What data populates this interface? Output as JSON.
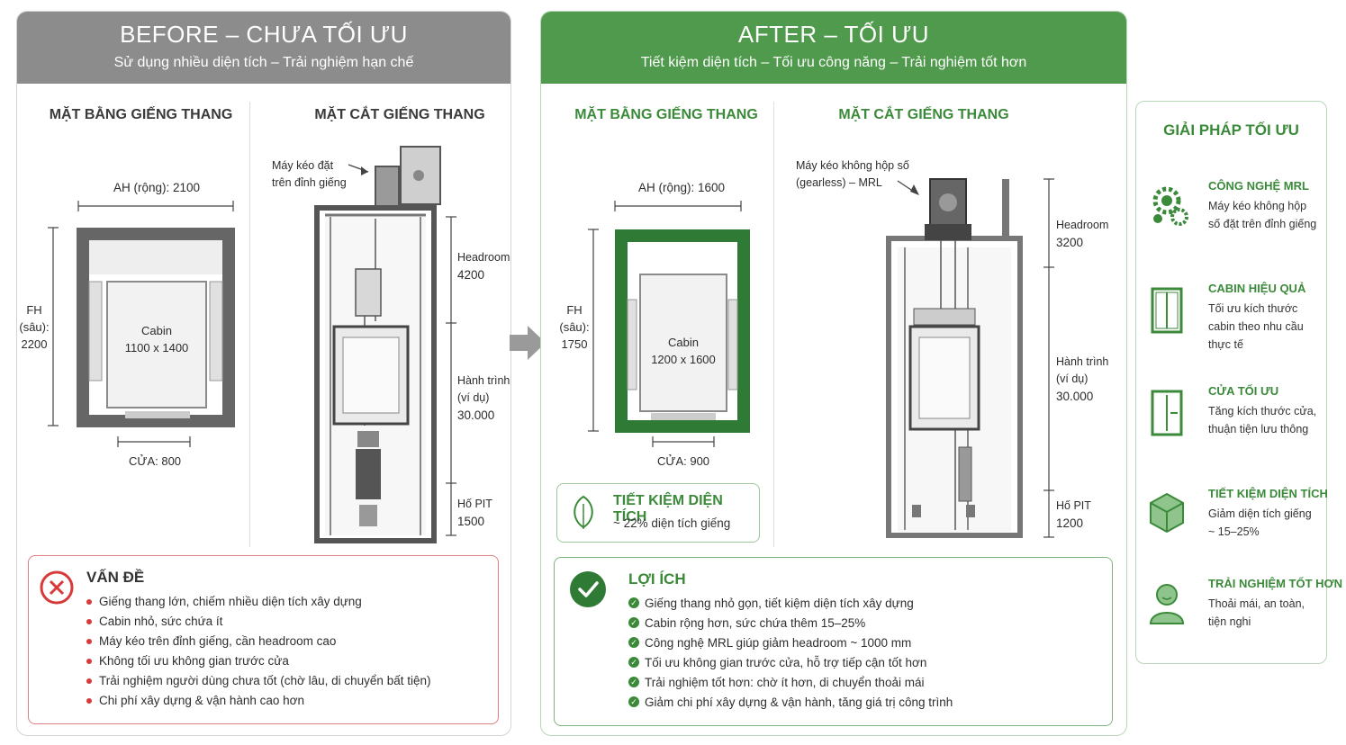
{
  "before": {
    "title": "BEFORE – CHƯA TỐI ƯU",
    "subtitle": "Sử dụng nhiều diện tích – Trải nghiệm hạn chế",
    "plan_title": "MẶT BẰNG GIẾNG THANG",
    "section_title": "MẶT CẮT GIẾNG THANG",
    "ah": "AH (rộng): 2100",
    "fh": [
      "FH",
      "(sâu):",
      "2200"
    ],
    "cabin": [
      "Cabin",
      "1100 x 1400"
    ],
    "door": "CỬA: 800",
    "machine_note": [
      "Máy kéo đặt",
      "trên đỉnh giếng"
    ],
    "headroom": [
      "Headroom",
      "4200"
    ],
    "travel": [
      "Hành trình",
      "(ví dụ)",
      "30.000"
    ],
    "pit": [
      "Hố PIT",
      "1500"
    ],
    "problem_title": "VẤN ĐỀ",
    "problems": [
      "Giếng thang lớn, chiếm nhiều diện tích xây dựng",
      "Cabin nhỏ, sức chứa ít",
      "Máy kéo trên đỉnh giếng, cần headroom cao",
      "Không tối ưu không gian trước cửa",
      "Trải nghiệm người dùng chưa tốt (chờ lâu, di chuyển bất tiện)",
      "Chi phí xây dựng & vận hành cao hơn"
    ]
  },
  "after": {
    "title": "AFTER – TỐI ƯU",
    "subtitle": "Tiết kiệm diện tích – Tối ưu công năng – Trải nghiệm tốt hơn",
    "plan_title": "MẶT BẰNG GIẾNG THANG",
    "section_title": "MẶT CẮT GIẾNG THANG",
    "ah": "AH (rộng): 1600",
    "fh": [
      "FH",
      "(sâu):",
      "1750"
    ],
    "cabin": [
      "Cabin",
      "1200 x 1600"
    ],
    "door": "CỬA: 900",
    "machine_note": [
      "Máy kéo không hộp số",
      "(gearless) – MRL"
    ],
    "headroom": [
      "Headroom",
      "3200"
    ],
    "travel": [
      "Hành trình",
      "(ví dụ)",
      "30.000"
    ],
    "pit": [
      "Hố PIT",
      "1200"
    ],
    "saving_title": "TIẾT KIỆM DIỆN TÍCH",
    "saving_value": "~ 22% diện tích giếng",
    "benefit_title": "LỢI ÍCH",
    "benefits": [
      "Giếng thang nhỏ gọn, tiết kiệm diện tích xây dựng",
      "Cabin rộng hơn, sức chứa thêm 15–25%",
      "Công nghệ MRL giúp giảm headroom ~ 1000 mm",
      "Tối ưu không gian trước cửa, hỗ trợ tiếp cận tốt hơn",
      "Trải nghiệm tốt hơn: chờ ít hơn, di chuyển thoải mái",
      "Giảm chi phí xây dựng & vận hành, tăng giá trị công trình"
    ]
  },
  "solutions": {
    "title": "GIẢI PHÁP TỐI ƯU",
    "items": [
      {
        "icon": "gears-icon",
        "title": "CÔNG NGHỆ MRL",
        "desc": "Máy kéo không hộp số đặt trên đỉnh giếng"
      },
      {
        "icon": "cabin-door-icon",
        "title": "CABIN HIỆU QUẢ",
        "desc": "Tối ưu kích thước cabin theo nhu cầu thực tế"
      },
      {
        "icon": "door-icon",
        "title": "CỬA TỐI ƯU",
        "desc": "Tăng kích thước cửa, thuận tiện lưu thông"
      },
      {
        "icon": "box-arrows-icon",
        "title": "TIẾT KIỆM DIỆN TÍCH",
        "desc": "Giảm diện tích giếng ~ 15–25%"
      },
      {
        "icon": "person-icon",
        "title": "TRẢI NGHIỆM TỐT HƠN",
        "desc": "Thoải mái, an toàn, tiện nghi"
      }
    ]
  },
  "colors": {
    "gray_header": "#8c8c8c",
    "green_header": "#4f9a4c",
    "accent_green": "#3b8a3a",
    "problem_red": "#d63a3a"
  }
}
